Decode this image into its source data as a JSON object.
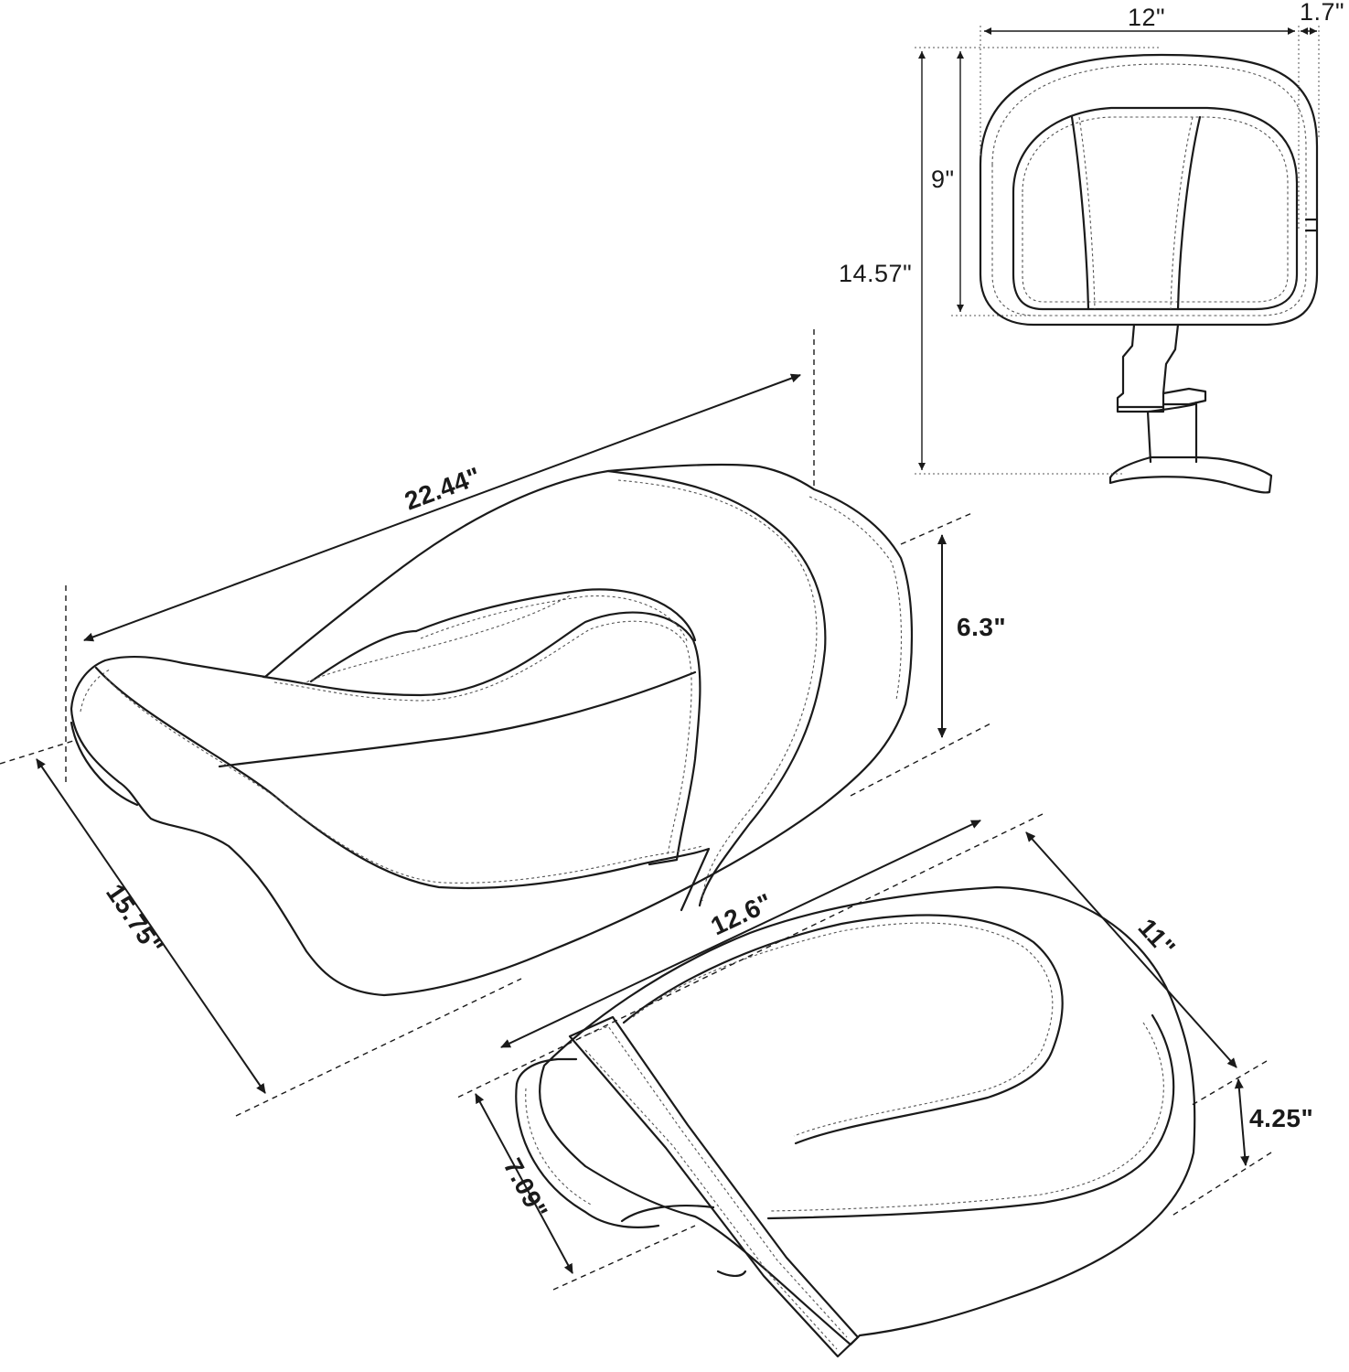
{
  "diagram": {
    "dimensions": {
      "backrest_width": "12\"",
      "backrest_depth": "1.7\"",
      "backrest_pad_height": "9\"",
      "backrest_total_height": "14.57\"",
      "rider_seat_length": "22.44\"",
      "rider_seat_width": "15.75\"",
      "rider_seat_height": "6.3\"",
      "passenger_seat_length": "12.6\"",
      "passenger_seat_width": "11\"",
      "passenger_seat_height": "4.25\"",
      "passenger_seat_front_width": "7.09\""
    }
  }
}
